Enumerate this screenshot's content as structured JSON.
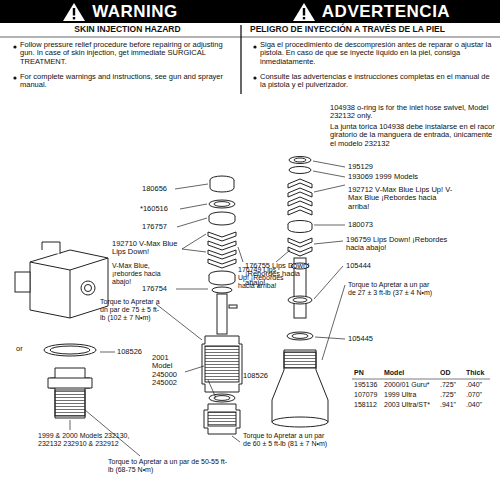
{
  "diagram": {
    "nodes": [
      {
        "text": [
          "WARNING"
        ]
      },
      {
        "text": [
          "ADVERTENCIA"
        ]
      }
    ],
    "labels": [
      "SKIN INJECTION HAZARD",
      "PELIGRO DE INYECCIÓN A TRAVÉS DE LA PIEL",
      "Follow pressure relief procedure before repairing or adjusting gun. In case of skin injection, get immediate SURGICAL TREATMENT.",
      "For complete warnings and instructions, see gun and sprayer manual.",
      "Siga el procedimiento de descompresión antes de reparar o ajustar la pistola. En caso de que se inyecte líquido en la piel, consiga inmediatamente.",
      "Consulte las advertencias e instrucciones completas en el manual de la pistola y el pulverizador.",
      "104938 o-ring is for the inlet hose swivel, Model 232132 only.",
      "La junta tórica 104938 debe instalarse en el racor giratorio de la manguera de entrada, únicamente el modelo 232132",
      "180656",
      "*160516",
      "176757",
      "192710 V-Max Blue Lips Down!",
      "V-Max Blue, ¡rebordes hacia abajo!",
      "176755 Lips Down! ¡Rebordes hacia abajo!",
      "176754",
      "Torque to Apretar a un par de 75 ± 5 ft-lb (102 ± 7 N•m)",
      "108526",
      "or",
      "2001 Model 245000 245002",
      "108526",
      "1999 & 2000 Models 232130, 232132 232910 & 232912",
      "Torque to Apretar a un par de 50-55 ft-lb (68-75 N•m)",
      "Torque to Apretar a un par de 60 ± 5 ft-lb (81 ± 7 N•m)",
      "195129",
      "193069 1999 Models",
      "176749 Lips Up! ¡Rebordes hacia arriba!",
      "192712 V-Max Blue Lips Up! V-Max Blue ¡Rebordes hacia arriba!",
      "180073",
      "196759 Lips Down! ¡Rebordes hacia abajo!",
      "105444",
      "Torque to Apretar a un par de 27 ± 3 ft-lb (37 ± 4 N•m)",
      "105445",
      "PN",
      "Model",
      "OD",
      "Thick",
      "195136",
      "2000/01 Guru*",
      ".725\"",
      ".040\"",
      "107079",
      "1999 Ultra",
      ".725\"",
      ".070\"",
      "158112",
      "2003 Ultra/ST*",
      ".941\"",
      ".040\""
    ]
  }
}
